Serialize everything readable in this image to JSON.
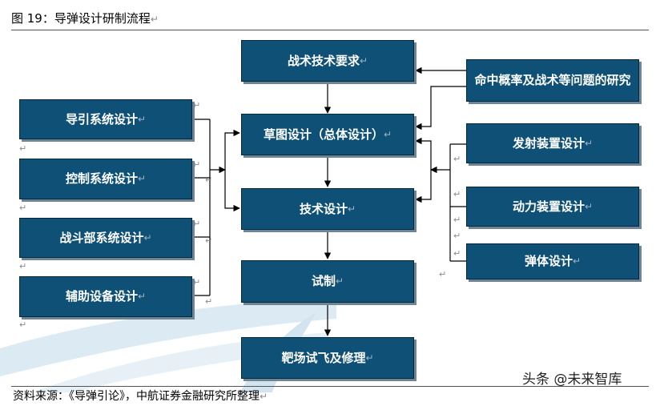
{
  "figure": {
    "title": "图 19：导弹设计研制流程"
  },
  "center_flow": [
    {
      "id": "req",
      "label": "战术技术要求"
    },
    {
      "id": "draft",
      "label": "草图设计（总体设计）"
    },
    {
      "id": "tech",
      "label": "技术设计"
    },
    {
      "id": "trial",
      "label": "试制"
    },
    {
      "id": "test",
      "label": "靶场试飞及修理"
    }
  ],
  "left_inputs": [
    {
      "id": "guidance",
      "label": "导引系统设计"
    },
    {
      "id": "control",
      "label": "控制系统设计"
    },
    {
      "id": "warhead",
      "label": "战斗部系统设计"
    },
    {
      "id": "aux",
      "label": "辅助设备设计"
    }
  ],
  "right_inputs": [
    {
      "id": "hitprob",
      "label": "命中概率及战术等问题的研究"
    },
    {
      "id": "launcher",
      "label": "发射装置设计"
    },
    {
      "id": "power",
      "label": "动力装置设计"
    },
    {
      "id": "body",
      "label": "弹体设计"
    }
  ],
  "footer": {
    "source": "资料来源：《导弹引论》，中航证券金融研究所整理",
    "watermark": "头条 @未来智库"
  },
  "colors": {
    "box_fill": "#0f5076",
    "box_text": "#ffffff",
    "connector": "#000000"
  }
}
